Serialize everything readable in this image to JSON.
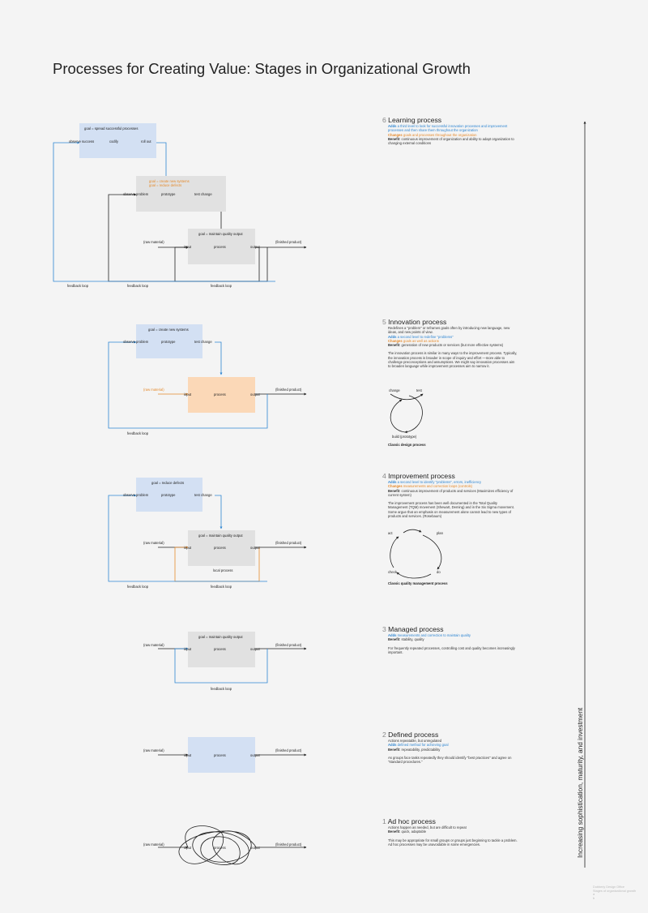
{
  "title": "Processes for Creating Value: Stages in Organizational Growth",
  "axis_label": "Increasing sophistication, maturity, and investment",
  "footer": [
    "Dubberly Design Office",
    "Stages of organizational growth",
    "a",
    "b"
  ],
  "labels": {
    "raw_material": "(raw material)",
    "finished_product": "(finished product)",
    "input": "input",
    "process": "process",
    "output": "output",
    "feedback_loop": "feedback loop",
    "observe_problem": "observe problem",
    "prototype": "prototype",
    "test_change": "test change",
    "observe_success": "observe success",
    "codify": "codify",
    "roll_out": "roll out",
    "local_process": "local process",
    "goal_maintain": "goal = maintain quality output",
    "goal_spread": "goal = spread successful processes",
    "goal_create": "goal = create new systems",
    "goal_reduce": "goal = reduce defects"
  },
  "cycles": {
    "design": {
      "change": "change",
      "test": "test",
      "build": "build (prototype)",
      "caption": "Classic design process"
    },
    "quality": {
      "act": "act",
      "plan": "plan",
      "check": "check",
      "do": "do",
      "caption": "Classic quality management process"
    }
  },
  "stages": [
    {
      "number": "6",
      "name": "Learning process",
      "adds": "Adds",
      "adds_text": "a third level to look for successful innovation processes and improvement processes and then share them throughout the organization",
      "changes": "Changes",
      "changes_text": "goals and processes throughout the organization",
      "benefit": "Benefit",
      "benefit_text": ": continuous improvement of organization and ability to adapt organization to changing external conditions"
    },
    {
      "number": "5",
      "name": "Innovation process",
      "intro": "Redefines a \"problem\" or reframes goals often by introducing new language, new ideas, and new points of view.",
      "adds": "Adds",
      "adds_text": "a second level to redefine \"problems\"",
      "changes": "Changes",
      "changes_text": "goals as well as actions",
      "benefit": "Benefit",
      "benefit_text": ": generation of new products or services (but more effective systems)",
      "note": "The innovation process is similar in many ways to the improvement process. Typically, the innovation process is broader in scope of inquiry and effort —more able to challenge preconceptions and assumptions. We might say innovation processes aim to broaden language while improvement processes aim to narrow it."
    },
    {
      "number": "4",
      "name": "Improvement process",
      "adds": "Adds",
      "adds_text": "a second level to identify \"problems\", errors, inefficiency",
      "changes": "Changes",
      "changes_text": "measurements and correction loops (controls)",
      "benefit": "Benefit",
      "benefit_text": ": continuous improvement of products and services (Maximizes efficiency of current system)",
      "note": "The improvement process has been well documented in the Total Quality Management (TQM) movement (Shewart, Deming) and in the Six Sigma movement. Some argue that an emphasis on measurement alone cannot lead to new types of products and services. (Rosebaum)"
    },
    {
      "number": "3",
      "name": "Managed process",
      "adds": "Adds",
      "adds_text": "measurements and correction to maintain quality",
      "benefit": "Benefit",
      "benefit_text": ": stability, quality",
      "note": "For frequently repeated processes, controlling cost and quality becomes increasingly important."
    },
    {
      "number": "2",
      "name": "Defined process",
      "intro": "Actions repeatable, but unregulated",
      "adds": "Adds",
      "adds_text": "defined method for achieving goal",
      "benefit": "Benefit",
      "benefit_text": ": repeatability, predictability",
      "note": "As groups face tasks repeatedly they should identify \"best practices\" and agree on \"standard procedures.\""
    },
    {
      "number": "1",
      "name": "Ad hoc process",
      "intro": "Actions happen as needed, but are difficult to repeat",
      "benefit": "Benefit",
      "benefit_text": ": quick, adaptable",
      "note": "This may be appropriate for small groups or groups just beginning to tackle a problem. Ad hoc processes may be unavoidable in some emergencies."
    }
  ]
}
